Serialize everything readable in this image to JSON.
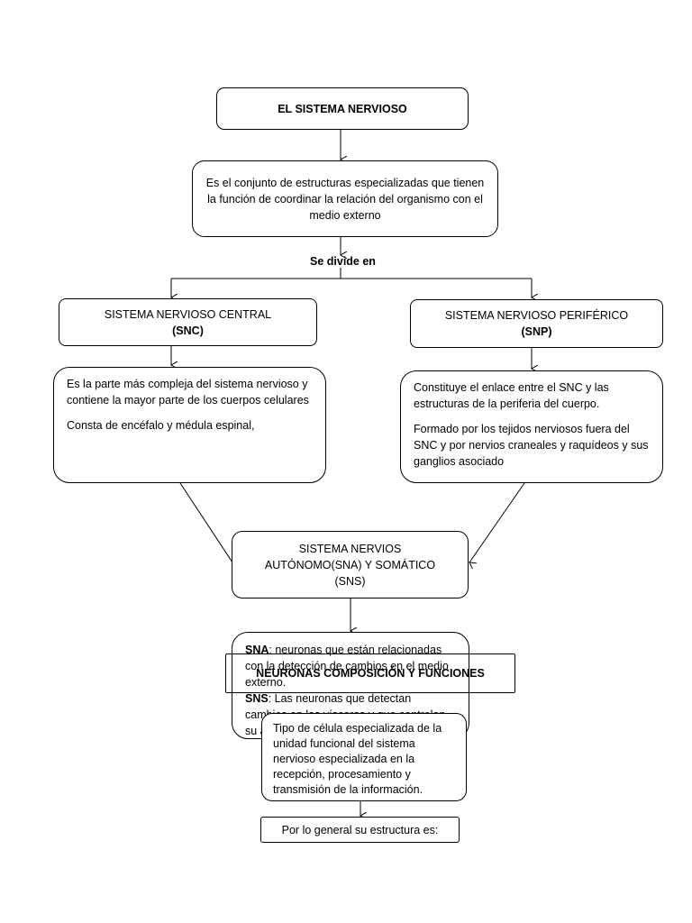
{
  "title": "EL SISTEMA NERVIOSO",
  "definition": "Es el conjunto de estructuras especializadas que tienen la función de coordinar la relación del organismo con el medio externo",
  "divide_label": "Se divide en",
  "snc": {
    "name": "SISTEMA NERVIOSO CENTRAL",
    "abbr": "(SNC)",
    "desc1": "Es la parte más compleja del sistema nervioso y contiene la mayor parte de los cuerpos celulares",
    "desc2": "Consta de encéfalo y médula espinal,"
  },
  "snp": {
    "name": "SISTEMA NERVIOSO PERIFÉRICO",
    "abbr": "(SNP)",
    "desc1": "Constituye el enlace entre el SNC y las estructuras de la periferia del cuerpo.",
    "desc2": "Formado por los tejidos nerviosos fuera del SNC y por nervios craneales y raquídeos y sus ganglios asociado"
  },
  "autonomo": {
    "text": "SISTEMA NERVIOS AUTÓNOMO(SNA) Y SOMÁTICO (SNS)"
  },
  "sna_sns": {
    "sna_label": "SNA",
    "sna_text": ": neuronas que están relacionadas con la detección de cambios en el medio externo.",
    "sns_label": "SNS",
    "sns_text": ": Las neuronas que detectan cambios en las vísceras y que controlan su actividad"
  },
  "neuronas_title": "NEURONAS COMPOSICIÓN Y FUNCIONES",
  "neurona_def": "Tipo de célula especializada de la unidad funcional del sistema nervioso especializada en la recepción, procesamiento y transmisión de la información.",
  "estructura": "Por lo general su estructura es:"
}
